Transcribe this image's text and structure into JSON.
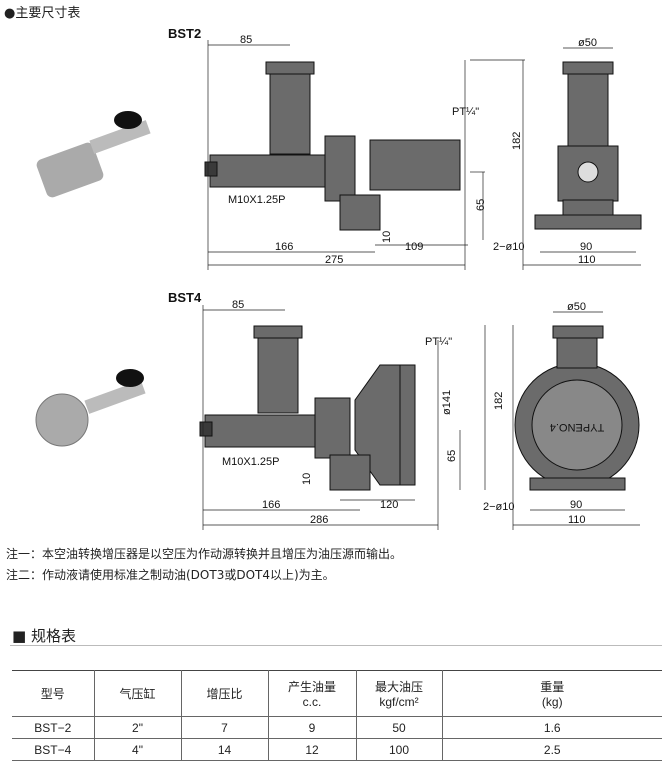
{
  "section_dimensions": {
    "title": "●主要尺寸表"
  },
  "bst2": {
    "label": "BST2",
    "dim_85": "85",
    "pt": "PT¼\"",
    "dim_182": "182",
    "dim_65": "65",
    "dim_10": "10",
    "dim_109": "109",
    "thread": "M10X1.25P",
    "dim_166": "166",
    "dim_275": "275",
    "dim_phi50": "ø50",
    "dim_2phi10": "2−ø10",
    "dim_90": "90",
    "dim_110": "110"
  },
  "bst4": {
    "label": "BST4",
    "dim_85": "85",
    "pt": "PT¼\"",
    "dim_182": "182",
    "dim_phi141": "ø141",
    "dim_65": "65",
    "dim_10": "10",
    "dim_120": "120",
    "thread": "M10X1.25P",
    "dim_166": "166",
    "dim_286": "286",
    "dim_phi50": "ø50",
    "dim_2phi10": "2−ø10",
    "dim_90": "90",
    "dim_110": "110",
    "nameplate": "TYPENO.4"
  },
  "notes": [
    "注一：本空油转换增压器是以空压为作动源转换并且增压为油压源而输出。",
    "注二：作动液请使用标准之制动油(DOT3或DOT4以上)为主。"
  ],
  "section_spec": {
    "title": "■ 规格表"
  },
  "spec_table": {
    "headers": [
      [
        "型号",
        ""
      ],
      [
        "气压缸",
        ""
      ],
      [
        "增压比",
        ""
      ],
      [
        "产生油量",
        "c.c."
      ],
      [
        "最大油压",
        "kgf/cm²"
      ],
      [
        "重量",
        "(kg)"
      ]
    ],
    "rows": [
      [
        "BST−2",
        "2\"",
        "7",
        "9",
        "50",
        "1.6"
      ],
      [
        "BST−4",
        "4\"",
        "14",
        "12",
        "100",
        "2.5"
      ]
    ]
  }
}
